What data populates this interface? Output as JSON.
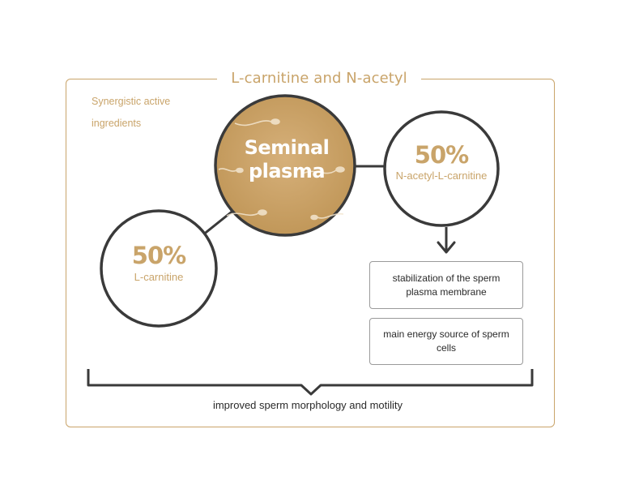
{
  "frame": {
    "title": "L-carnitine and N-acetyl",
    "synergy_label": "Synergistic active ingredients"
  },
  "center": {
    "line1": "Seminal",
    "line2": "plasma"
  },
  "left_circle": {
    "percent": "50%",
    "label": "L-carnitine"
  },
  "right_circle": {
    "percent": "50%",
    "label": "N-acetyl-L-carnitine"
  },
  "effects": [
    "stabilization of the sperm plasma membrane",
    "main energy source of sperm cells"
  ],
  "result": "improved sperm morphology and motility",
  "colors": {
    "accent": "#c9a46a",
    "circle_fill": "#c8a062",
    "outline": "#3a3a3a",
    "box_border": "#9a9a9a"
  }
}
